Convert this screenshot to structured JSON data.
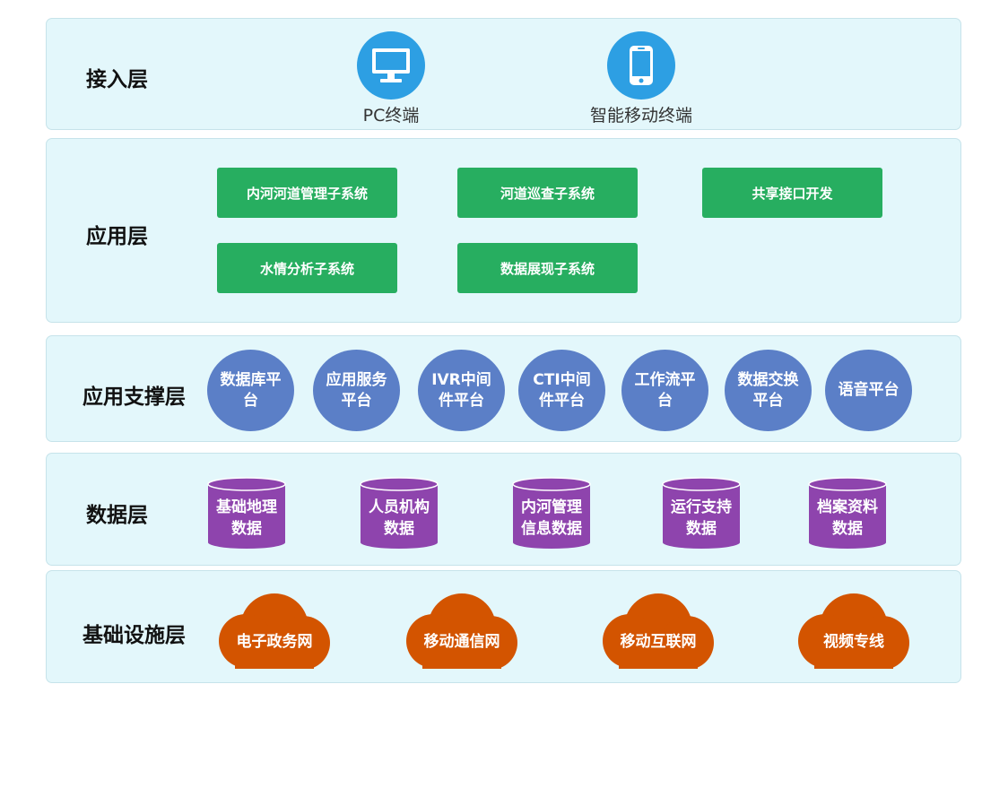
{
  "colors": {
    "layer_bg": "#e3f7fb",
    "device_blue": "#2d9fe3",
    "app_green": "#27ae60",
    "support_blue": "#5b7fc7",
    "data_purple": "#8e44ad",
    "cloud_orange": "#d35400"
  },
  "layers": {
    "access": {
      "title": "接入层",
      "devices": [
        {
          "label": "PC终端",
          "icon": "monitor-icon"
        },
        {
          "label": "智能移动终端",
          "icon": "smartphone-icon"
        }
      ]
    },
    "application": {
      "title": "应用层",
      "systems": [
        "内河河道管理子系统",
        "河道巡查子系统",
        "共享接口开发",
        "水情分析子系统",
        "数据展现子系统"
      ]
    },
    "support": {
      "title": "应用支撑层",
      "platforms": [
        "数据库平台",
        "应用服务平台",
        "IVR中间件平台",
        "CTI中间件平台",
        "工作流平台",
        "数据交换平台",
        "语音平台"
      ]
    },
    "data": {
      "title": "数据层",
      "stores": [
        "基础地理数据",
        "人员机构数据",
        "内河管理信息数据",
        "运行支持数据",
        "档案资料数据"
      ]
    },
    "infrastructure": {
      "title": "基础设施层",
      "networks": [
        "电子政务网",
        "移动通信网",
        "移动互联网",
        "视频专线"
      ]
    }
  }
}
